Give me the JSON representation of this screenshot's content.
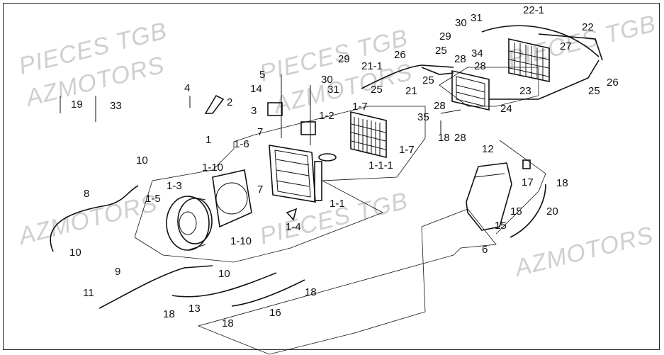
{
  "watermarks": [
    {
      "text": "PIECES TGB"
    },
    {
      "text": "AZMOTORS"
    },
    {
      "text": "PIECES TGB"
    },
    {
      "text": "AZMOTORS"
    },
    {
      "text": "PIECES TGB"
    },
    {
      "text": "AZMOTORS"
    },
    {
      "text": "PIECES TGB"
    },
    {
      "text": "AZMOTORS"
    }
  ],
  "labels": [
    "1",
    "1-1",
    "1-1-1",
    "1-2",
    "1-3",
    "1-4",
    "1-5",
    "1-6",
    "1-7",
    "1-7",
    "1-10",
    "1-10",
    "2",
    "3",
    "4",
    "5",
    "6",
    "7",
    "7",
    "8",
    "9",
    "10",
    "10",
    "10",
    "11",
    "12",
    "13",
    "14",
    "15",
    "15",
    "16",
    "17",
    "18",
    "18",
    "18",
    "18",
    "18",
    "19",
    "20",
    "21",
    "21-1",
    "22",
    "22-1",
    "23",
    "24",
    "25",
    "25",
    "25",
    "25",
    "26",
    "26",
    "27",
    "28",
    "28",
    "28",
    "28",
    "29",
    "29",
    "30",
    "30",
    "31",
    "31",
    "33",
    "34",
    "35"
  ],
  "colors": {
    "line": "#111111",
    "watermark": "#cfcfcf"
  }
}
